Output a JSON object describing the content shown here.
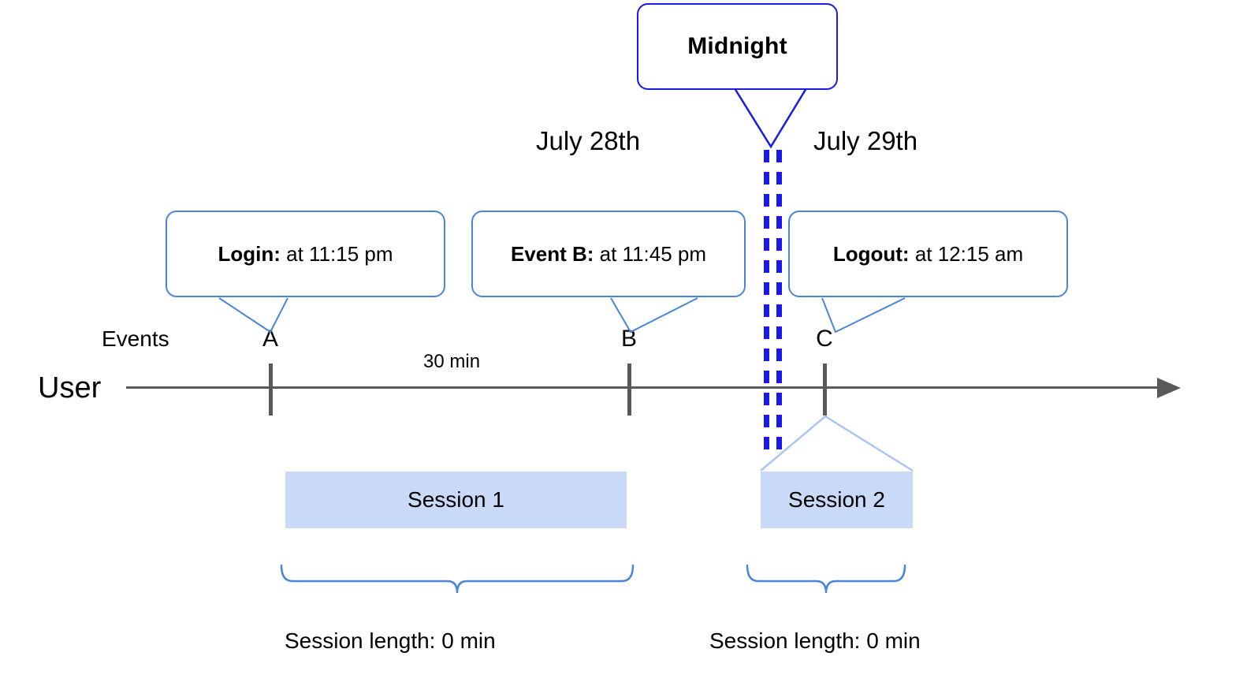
{
  "diagram": {
    "title_callout": {
      "label": "Midnight"
    },
    "dates": [
      {
        "label": "July 28th"
      },
      {
        "label": "July 29th"
      }
    ],
    "row_labels": {
      "events": "Events",
      "user": "User"
    },
    "event_callouts": [
      {
        "bold": "Login:",
        "rest": " at 11:15 pm"
      },
      {
        "bold": "Event B:",
        "rest": " at 11:45 pm"
      },
      {
        "bold": "Logout:",
        "rest": " at 12:15 am"
      }
    ],
    "event_markers": [
      {
        "letter": "A"
      },
      {
        "letter": "B"
      },
      {
        "letter": "C"
      }
    ],
    "duration_annotation": "30 min",
    "sessions": [
      {
        "label": "Session 1"
      },
      {
        "label": "Session 2"
      }
    ],
    "session_length_labels": [
      "Session length: 0 min",
      "Session length: 0 min"
    ],
    "colors": {
      "midnight_blue": "#1a1ae8",
      "callout_blue": "#4a86d8",
      "session_fill": "#c8daf7",
      "axis_gray": "#5a5a5a",
      "text": "#000000",
      "background": "#ffffff"
    }
  }
}
